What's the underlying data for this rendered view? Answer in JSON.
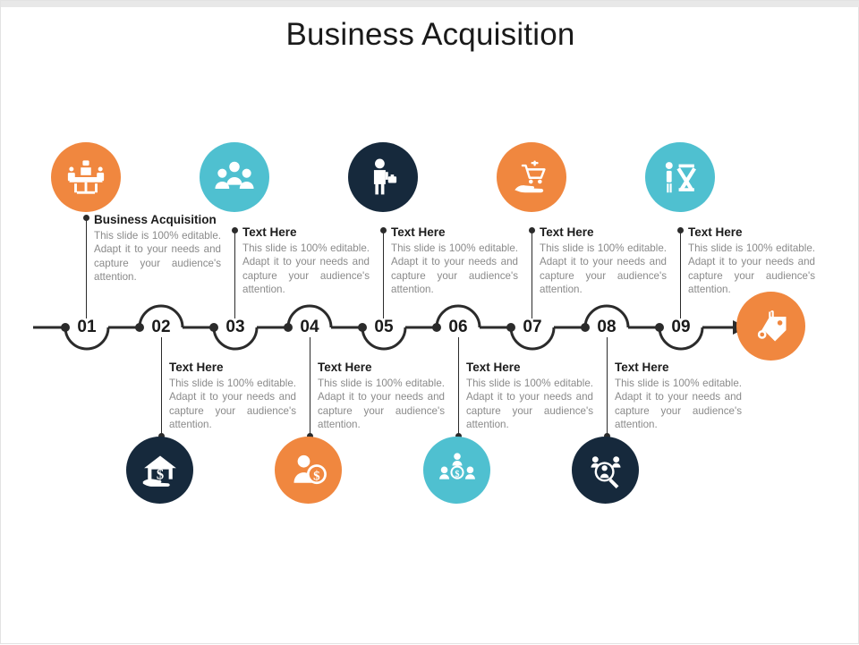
{
  "slide": {
    "title": "Business Acquisition",
    "background_color": "#ffffff",
    "top_band_color": "#e8e8e8"
  },
  "palette": {
    "orange": "#F0873F",
    "teal": "#4FC0D0",
    "navy": "#16293C",
    "line": "#2b2b2b",
    "heading": "#1c1c1c",
    "body": "#8a8a8a"
  },
  "body_text": "This slide is 100% editable. Adapt it to your needs and capture your audience's attention.",
  "timeline": {
    "numbers": [
      "01",
      "02",
      "03",
      "04",
      "05",
      "06",
      "07",
      "08",
      "09"
    ],
    "end_marker_icon": "price-tag-icon",
    "end_marker_color": "#F0873F"
  },
  "top_items": [
    {
      "number": "01",
      "heading": "Business Acquisition",
      "body": "This slide is 100% editable. Adapt it to your needs and capture your audience's attention.",
      "icon": "meeting-table-icon",
      "color": "#F0873F"
    },
    {
      "number": "03",
      "heading": "Text Here",
      "body": "This slide is 100% editable. Adapt it to your needs and capture your audience's attention.",
      "icon": "group-people-icon",
      "color": "#4FC0D0"
    },
    {
      "number": "05",
      "heading": "Text Here",
      "body": "This slide is 100% editable. Adapt it to your needs and capture your audience's attention.",
      "icon": "businessman-briefcase-icon",
      "color": "#16293C"
    },
    {
      "number": "07",
      "heading": "Text Here",
      "body": "This slide is 100% editable. Adapt it to your needs and capture your audience's attention.",
      "icon": "hand-shopping-cart-icon",
      "color": "#F0873F"
    },
    {
      "number": "09",
      "heading": "Text Here",
      "body": "This slide is 100% editable. Adapt it to your needs and capture your audience's attention.",
      "icon": "person-scissors-icon",
      "color": "#4FC0D0"
    }
  ],
  "bottom_items": [
    {
      "number": "02",
      "heading": "Text Here",
      "body": "This slide is 100% editable. Adapt it to your needs and capture your audience's attention.",
      "icon": "hand-house-dollar-icon",
      "color": "#16293C"
    },
    {
      "number": "04",
      "heading": "Text Here",
      "body": "This slide is 100% editable. Adapt it to your needs and capture your audience's attention.",
      "icon": "person-dollar-coin-icon",
      "color": "#F0873F"
    },
    {
      "number": "06",
      "heading": "Text Here",
      "body": "This slide is 100% editable. Adapt it to your needs and capture your audience's attention.",
      "icon": "team-dollar-hierarchy-icon",
      "color": "#4FC0D0"
    },
    {
      "number": "08",
      "heading": "Text Here",
      "body": "This slide is 100% editable. Adapt it to your needs and capture your audience's attention.",
      "icon": "magnifier-people-search-icon",
      "color": "#16293C"
    }
  ]
}
